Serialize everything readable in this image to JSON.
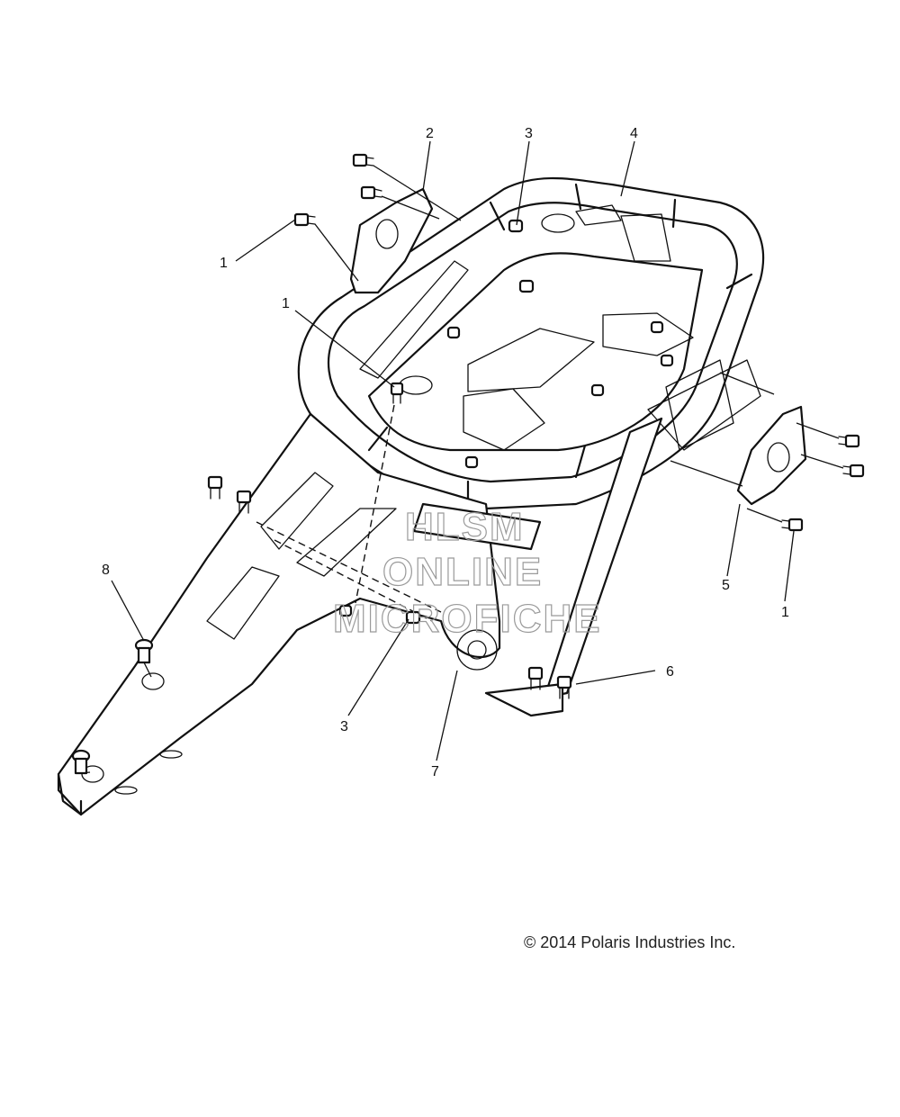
{
  "callouts": [
    {
      "id": "c1a",
      "label": "1"
    },
    {
      "id": "c1b",
      "label": "1"
    },
    {
      "id": "c1c",
      "label": "1"
    },
    {
      "id": "c2",
      "label": "2"
    },
    {
      "id": "c3a",
      "label": "3"
    },
    {
      "id": "c3b",
      "label": "3"
    },
    {
      "id": "c4",
      "label": "4"
    },
    {
      "id": "c5",
      "label": "5"
    },
    {
      "id": "c6",
      "label": "6"
    },
    {
      "id": "c7",
      "label": "7"
    },
    {
      "id": "c8",
      "label": "8"
    }
  ],
  "watermark": {
    "line1": "HLSM",
    "line2": "ONLINE",
    "line3": "MICROFICHE"
  },
  "copyright": "© 2014 Polaris Industries Inc."
}
